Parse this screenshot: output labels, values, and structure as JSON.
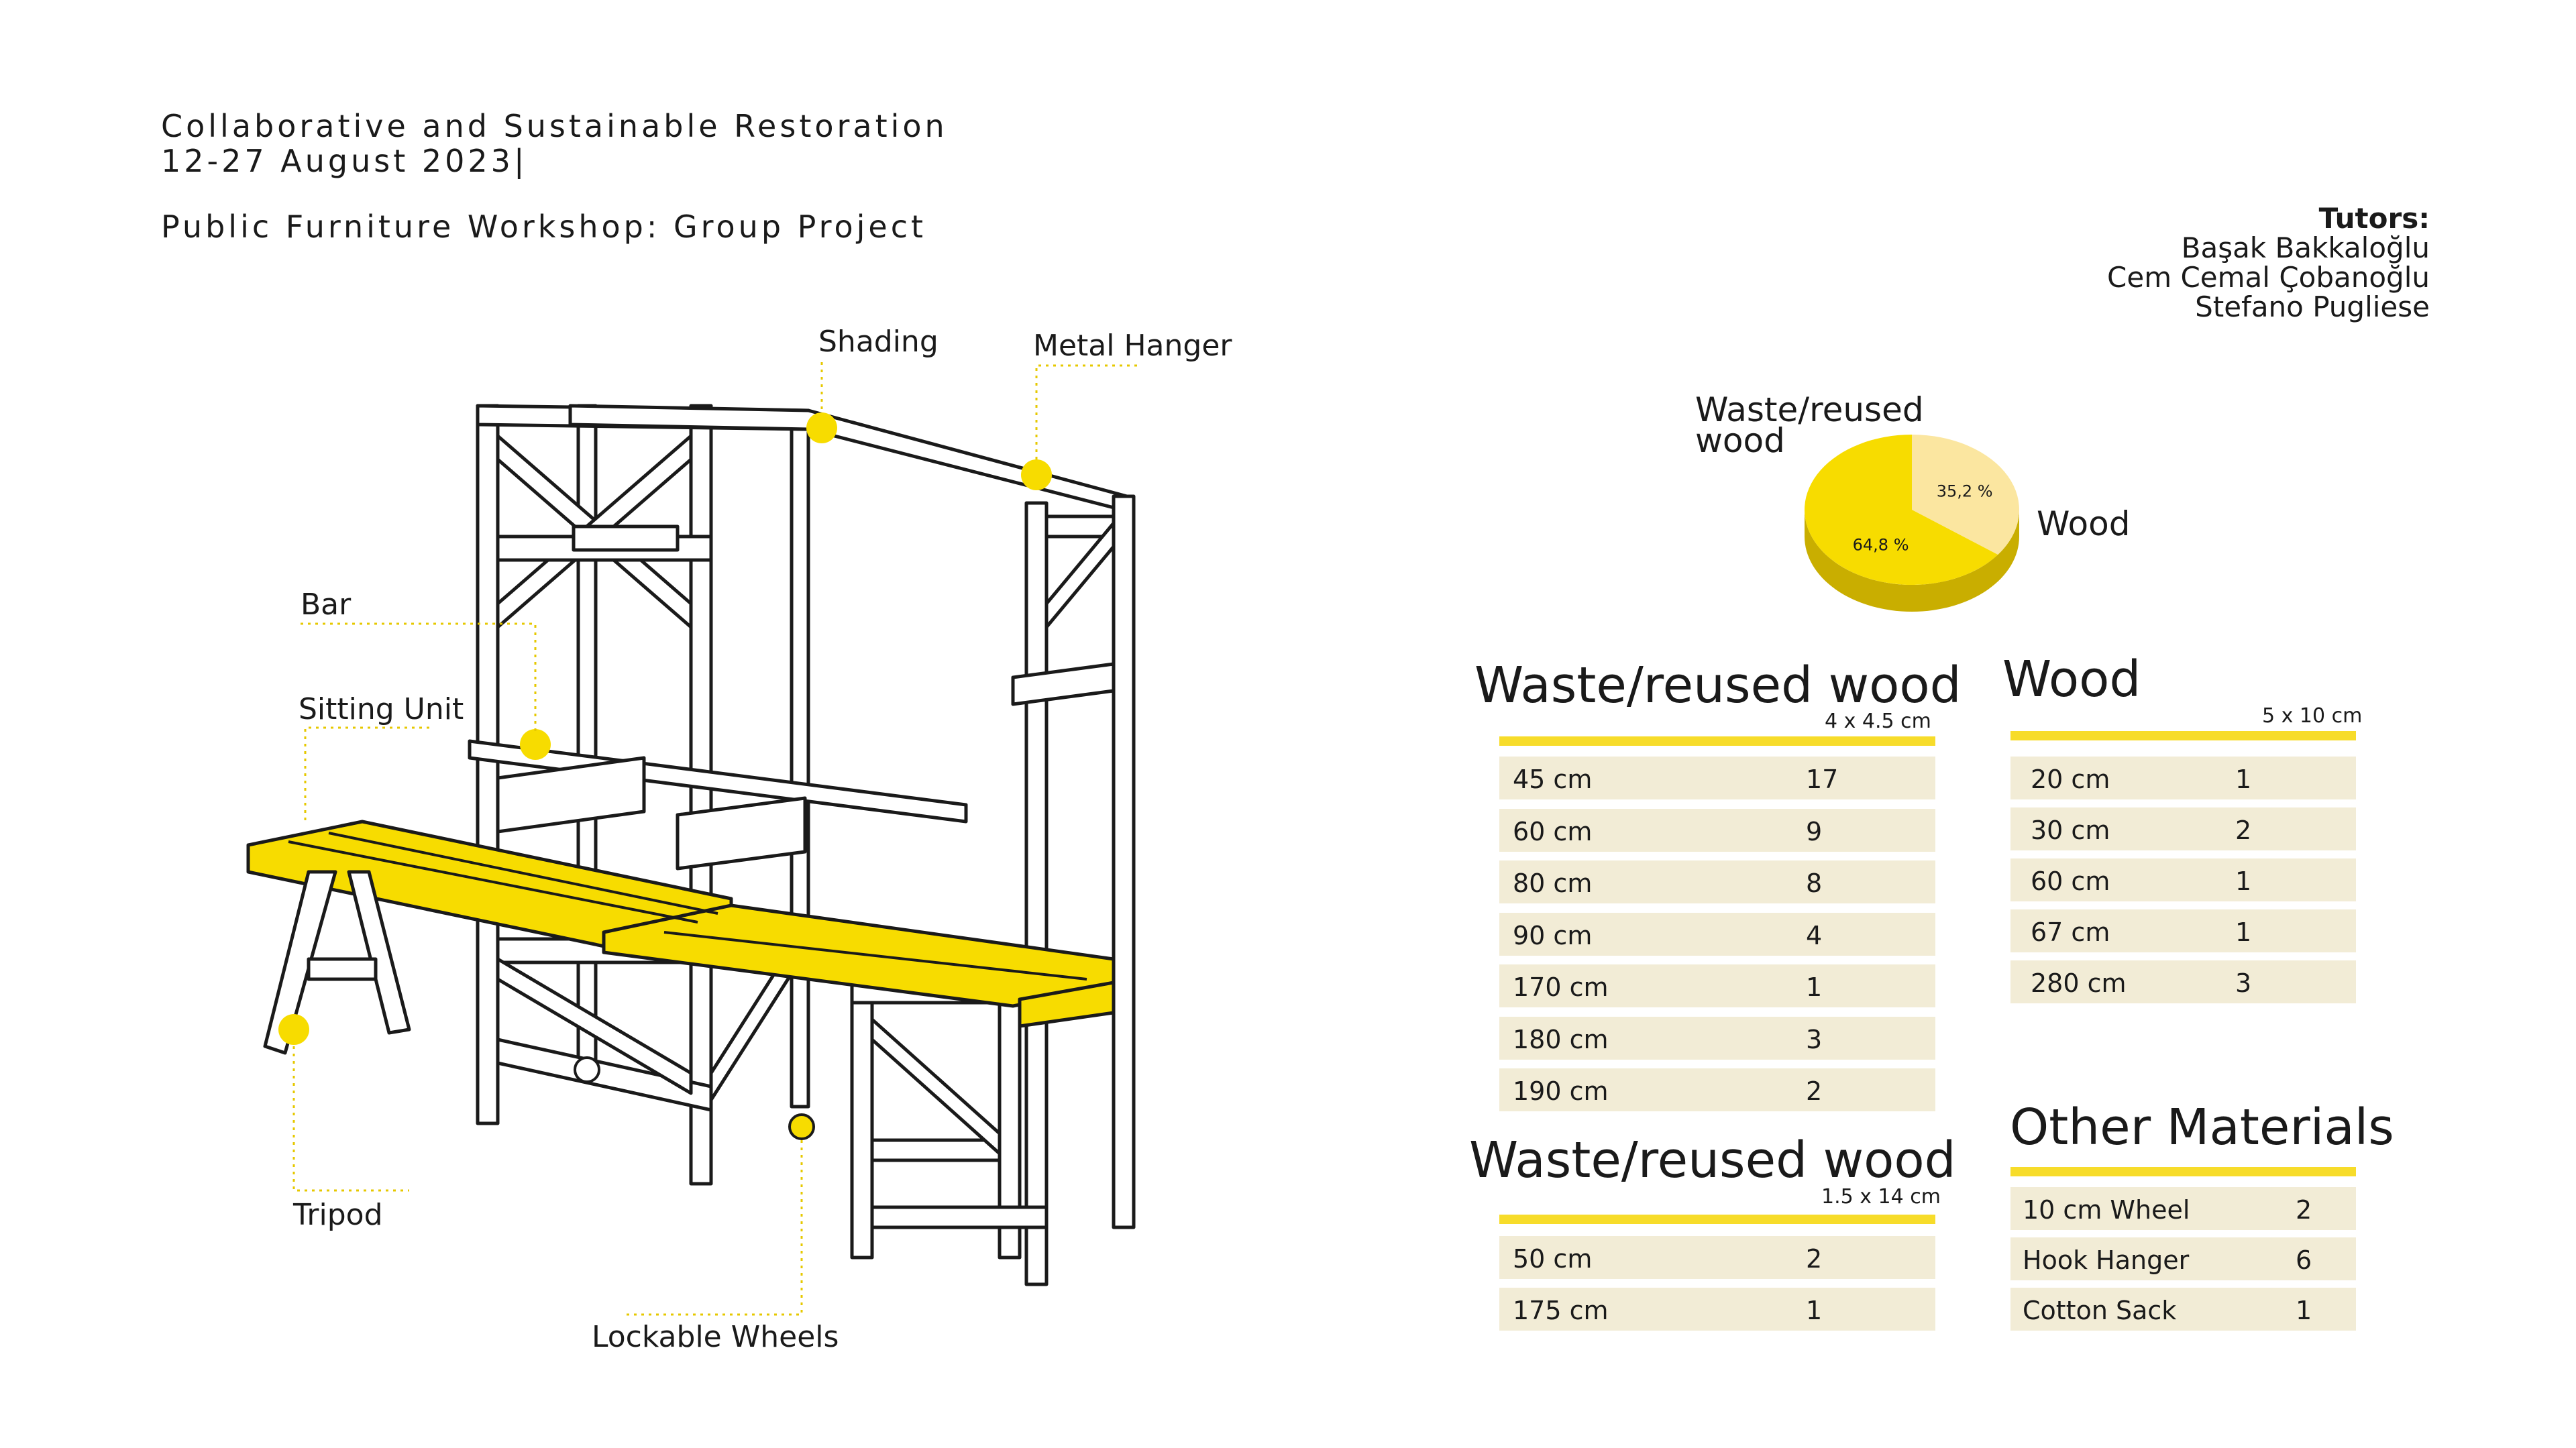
{
  "header": {
    "line1": "Collaborative and Sustainable Restoration",
    "line2": "12-27 August 2023|",
    "line3": "Public Furniture Workshop: Group Project"
  },
  "tutors": {
    "heading": "Tutors:",
    "names": [
      "Başak Bakkaloğlu",
      "Cem Cemal Çobanoğlu",
      "Stefano Pugliese"
    ]
  },
  "diagram_labels": {
    "shading": "Shading",
    "metal_hanger": "Metal Hanger",
    "bar": "Bar",
    "sitting_unit": "Sitting Unit",
    "tripod": "Tripod",
    "lockable_wheels": "Lockable Wheels"
  },
  "pie": {
    "label_waste": "Waste/reused wood",
    "label_wood": "Wood",
    "pct_waste": "64,8 %",
    "pct_wood": "35,2 %",
    "colors": {
      "waste": "#f7dc00",
      "wood": "#fbe6a0",
      "side": "#c9ae00"
    }
  },
  "chart_data": {
    "type": "pie",
    "categories": [
      "Waste/reused wood",
      "Wood"
    ],
    "values": [
      64.8,
      35.2
    ]
  },
  "tables": {
    "waste1": {
      "title": "Waste/reused wood",
      "dimension": "4 x 4.5  cm",
      "rows": [
        {
          "length": "45 cm",
          "qty": "17"
        },
        {
          "length": "60 cm",
          "qty": "9"
        },
        {
          "length": "80 cm",
          "qty": "8"
        },
        {
          "length": "90 cm",
          "qty": "4"
        },
        {
          "length": "170 cm",
          "qty": "1"
        },
        {
          "length": "180 cm",
          "qty": "3"
        },
        {
          "length": "190 cm",
          "qty": "2"
        }
      ]
    },
    "waste2": {
      "title": "Waste/reused wood",
      "dimension": "1.5 x 14  cm",
      "rows": [
        {
          "length": "50 cm",
          "qty": "2"
        },
        {
          "length": "175 cm",
          "qty": "1"
        }
      ]
    },
    "wood": {
      "title": "Wood",
      "dimension": "5 x 10 cm",
      "rows": [
        {
          "length": "20 cm",
          "qty": "1"
        },
        {
          "length": "30 cm",
          "qty": "2"
        },
        {
          "length": "60 cm",
          "qty": "1"
        },
        {
          "length": "67 cm",
          "qty": "1"
        },
        {
          "length": "280 cm",
          "qty": "3"
        }
      ]
    },
    "other": {
      "title": "Other Materials",
      "rows": [
        {
          "length": "10 cm Wheel",
          "qty": "2"
        },
        {
          "length": "Hook Hanger",
          "qty": "6"
        },
        {
          "length": "Cotton Sack",
          "qty": "1"
        }
      ]
    }
  },
  "colors": {
    "accent": "#f7dc00",
    "row_bg": "#f2ecd6"
  }
}
